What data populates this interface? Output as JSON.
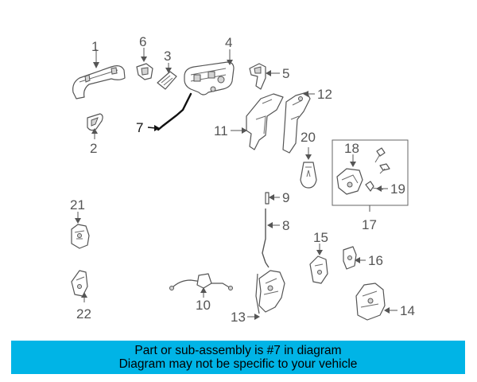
{
  "diagram": {
    "callouts": {
      "c1": "1",
      "c2": "2",
      "c3": "3",
      "c4": "4",
      "c5": "5",
      "c6": "6",
      "c7": "7",
      "c8": "8",
      "c9": "9",
      "c10": "10",
      "c11": "11",
      "c12": "12",
      "c13": "13",
      "c14": "14",
      "c15": "15",
      "c16": "16",
      "c17": "17",
      "c18": "18",
      "c19": "19",
      "c20": "20",
      "c21": "21",
      "c22": "22"
    },
    "highlighted_part": "7"
  },
  "banner": {
    "line1": "Part or sub-assembly is #7 in diagram",
    "line2": "Diagram may not be specific to your vehicle",
    "background": "#00b4e6"
  }
}
